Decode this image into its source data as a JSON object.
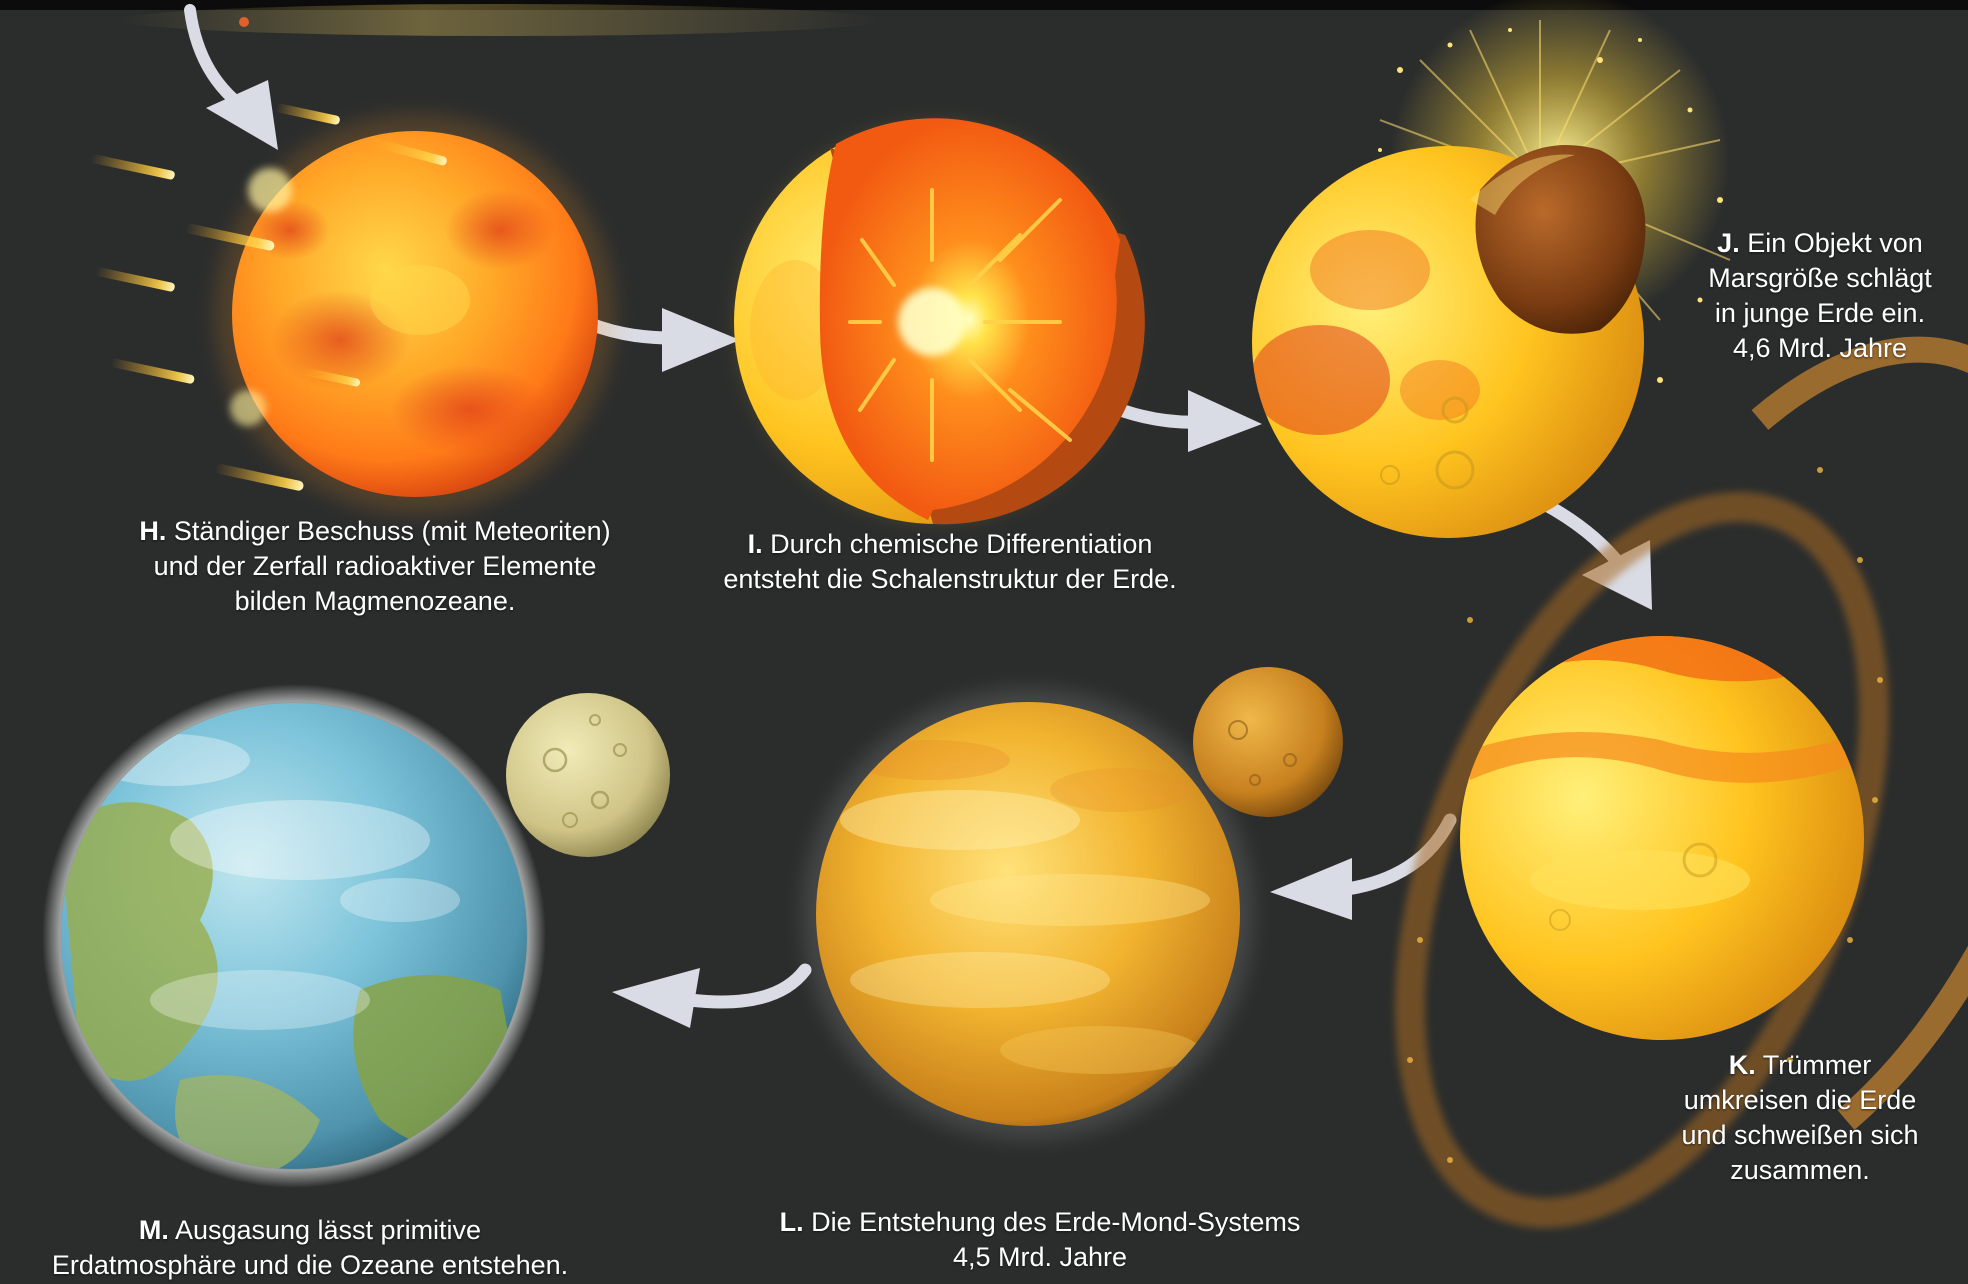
{
  "title": "",
  "colors": {
    "background": "#2b2d2d",
    "magma_light": "#ffd23a",
    "magma_mid": "#ff8c1a",
    "magma_dark": "#e23a10",
    "arrow": "#d9dbe5",
    "ocean": "#7fc6dc",
    "land": "#9aae4a",
    "moon": "#d8cf92"
  },
  "stages": [
    {
      "id": "H",
      "letter": "H.",
      "lines": [
        "Ständiger Beschuss (mit Meteoriten)",
        "und der Zerfall radioaktiver Elemente",
        "bilden Magmenozeane."
      ],
      "icon": "molten-planet-with-meteorites"
    },
    {
      "id": "I",
      "letter": "I.",
      "lines": [
        "Durch chemische Differentiation",
        "entsteht die Schalenstruktur der Erde."
      ],
      "icon": "planet-cutaway-core"
    },
    {
      "id": "J",
      "letter": "J.",
      "lines": [
        "Ein Objekt von",
        "Marsgröße schlägt",
        "in junge Erde ein.",
        "4,6 Mrd. Jahre"
      ],
      "icon": "planet-impact"
    },
    {
      "id": "K",
      "letter": "K.",
      "lines": [
        "Trümmer",
        "umkreisen die Erde",
        "und schweißen sich",
        "zusammen."
      ],
      "icon": "planet-debris-ring"
    },
    {
      "id": "L",
      "letter": "L.",
      "lines": [
        "Die Entstehung des Erde-Mond-Systems",
        "4,5 Mrd. Jahre"
      ],
      "icon": "earth-moon-system"
    },
    {
      "id": "M",
      "letter": "M.",
      "lines": [
        "Ausgasung lässt primitive",
        "Erdatmosphäre und die Ozeane entstehen."
      ],
      "icon": "earth-with-oceans"
    }
  ]
}
